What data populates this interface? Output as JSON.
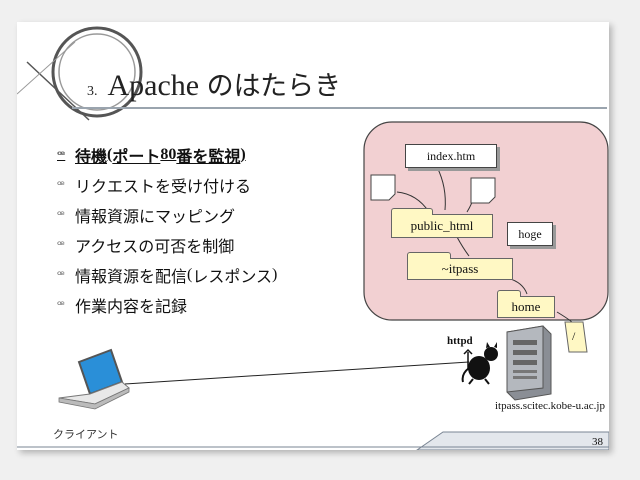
{
  "title": {
    "number": "3.",
    "latin": "Apache ",
    "japanese": "のはたらき"
  },
  "bullets": [
    {
      "pre": "待機 ",
      "serif": "(",
      "mid": "ポート ",
      "serif2": "80 ",
      "post": "番を監視",
      "serif3": ")"
    },
    {
      "text": "リクエストを受け付ける"
    },
    {
      "text": "情報資源にマッピング"
    },
    {
      "text": "アクセスの可否を制御"
    },
    {
      "pre": "情報資源を配信",
      "serif": "(",
      "post": "レスポンス",
      "serif3": ")"
    },
    {
      "text": "作業内容を記録"
    }
  ],
  "filesystem": {
    "index_file": "index.htm",
    "public_html": "public_html",
    "hoge": "hoge",
    "itpass_dir": "~itpass",
    "home": "home",
    "root": "/"
  },
  "labels": {
    "httpd": "httpd",
    "client": "クライアント",
    "server_host": "itpass.scitec.kobe-u.ac.jp"
  },
  "page_number": "38",
  "colors": {
    "fs_panel": "#f2d0d2",
    "folder": "#fff8c4",
    "laptop_screen": "#2a8fd8"
  }
}
